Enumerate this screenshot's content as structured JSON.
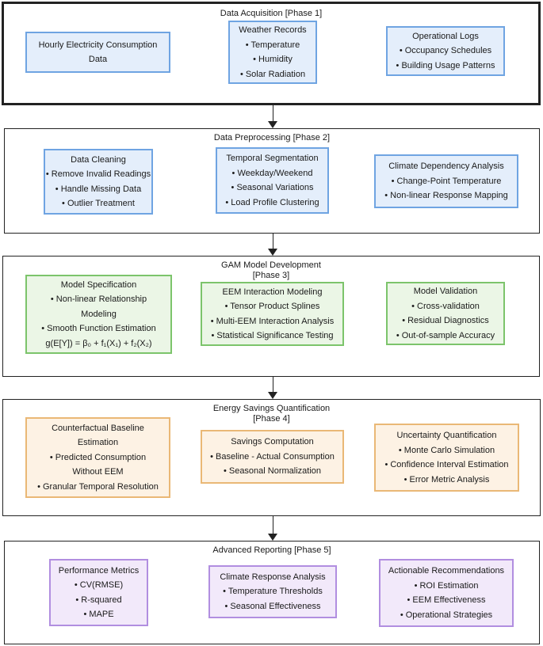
{
  "phases": [
    {
      "title": "Data Acquisition [Phase 1]",
      "boxes": [
        {
          "lines": [
            "Hourly Electricity Consumption",
            "Data"
          ]
        },
        {
          "lines": [
            "Weather Records",
            "• Temperature",
            "• Humidity",
            "• Solar Radiation"
          ]
        },
        {
          "lines": [
            "Operational Logs",
            "• Occupancy Schedules",
            "• Building Usage Patterns"
          ]
        }
      ]
    },
    {
      "title": "Data Preprocessing [Phase 2]",
      "boxes": [
        {
          "lines": [
            "Data Cleaning",
            "• Remove Invalid Readings",
            "• Handle Missing Data",
            "• Outlier   Treatment"
          ]
        },
        {
          "lines": [
            "Temporal Segmentation",
            "• Weekday/Weekend",
            "• Seasonal Variations",
            "• Load Profile Clustering"
          ]
        },
        {
          "lines": [
            "Climate Dependency Analysis",
            "• Change-Point Temperature",
            "• Non-linear Response Mapping"
          ]
        }
      ]
    },
    {
      "title": "GAM Model Development\n[Phase 3]",
      "boxes": [
        {
          "lines": [
            "Model Specification",
            "• Non-linear Relationship",
            "Modeling",
            "• Smooth Function Estimation",
            "g(E[Y]) = β₀ + f₁(X₁) + f₂(X₂)"
          ]
        },
        {
          "lines": [
            "EEM Interaction Modeling",
            "• Tensor Product Splines",
            "• Multi-EEM Interaction Analysis",
            "• Statistical Significance Testing"
          ]
        },
        {
          "lines": [
            "Model Validation",
            "• Cross-validation",
            "• Residual Diagnostics",
            "• Out-of-sample Accuracy"
          ]
        }
      ]
    },
    {
      "title": "Energy Savings Quantification\n[Phase 4]",
      "boxes": [
        {
          "lines": [
            "Counterfactual Baseline",
            "Estimation",
            "• Predicted Consumption",
            "Without EEM",
            "• Granular Temporal Resolution"
          ]
        },
        {
          "lines": [
            "Savings Computation",
            "• Baseline - Actual Consumption",
            "• Seasonal Normalization"
          ]
        },
        {
          "lines": [
            "Uncertainty Quantification",
            "• Monte Carlo Simulation",
            "• Confidence Interval Estimation",
            "• Error Metric Analysis"
          ]
        }
      ]
    },
    {
      "title": "Advanced Reporting [Phase 5]",
      "boxes": [
        {
          "lines": [
            "Performance Metrics",
            "• CV(RMSE)",
            "• R-squared",
            "• MAPE"
          ]
        },
        {
          "lines": [
            "Climate Response Analysis",
            "• Temperature Thresholds",
            "• Seasonal Effectiveness"
          ]
        },
        {
          "lines": [
            "Actionable Recommendations",
            "• ROI Estimation",
            "• EEM Effectiveness",
            "• Operational Strategies"
          ]
        }
      ]
    }
  ]
}
